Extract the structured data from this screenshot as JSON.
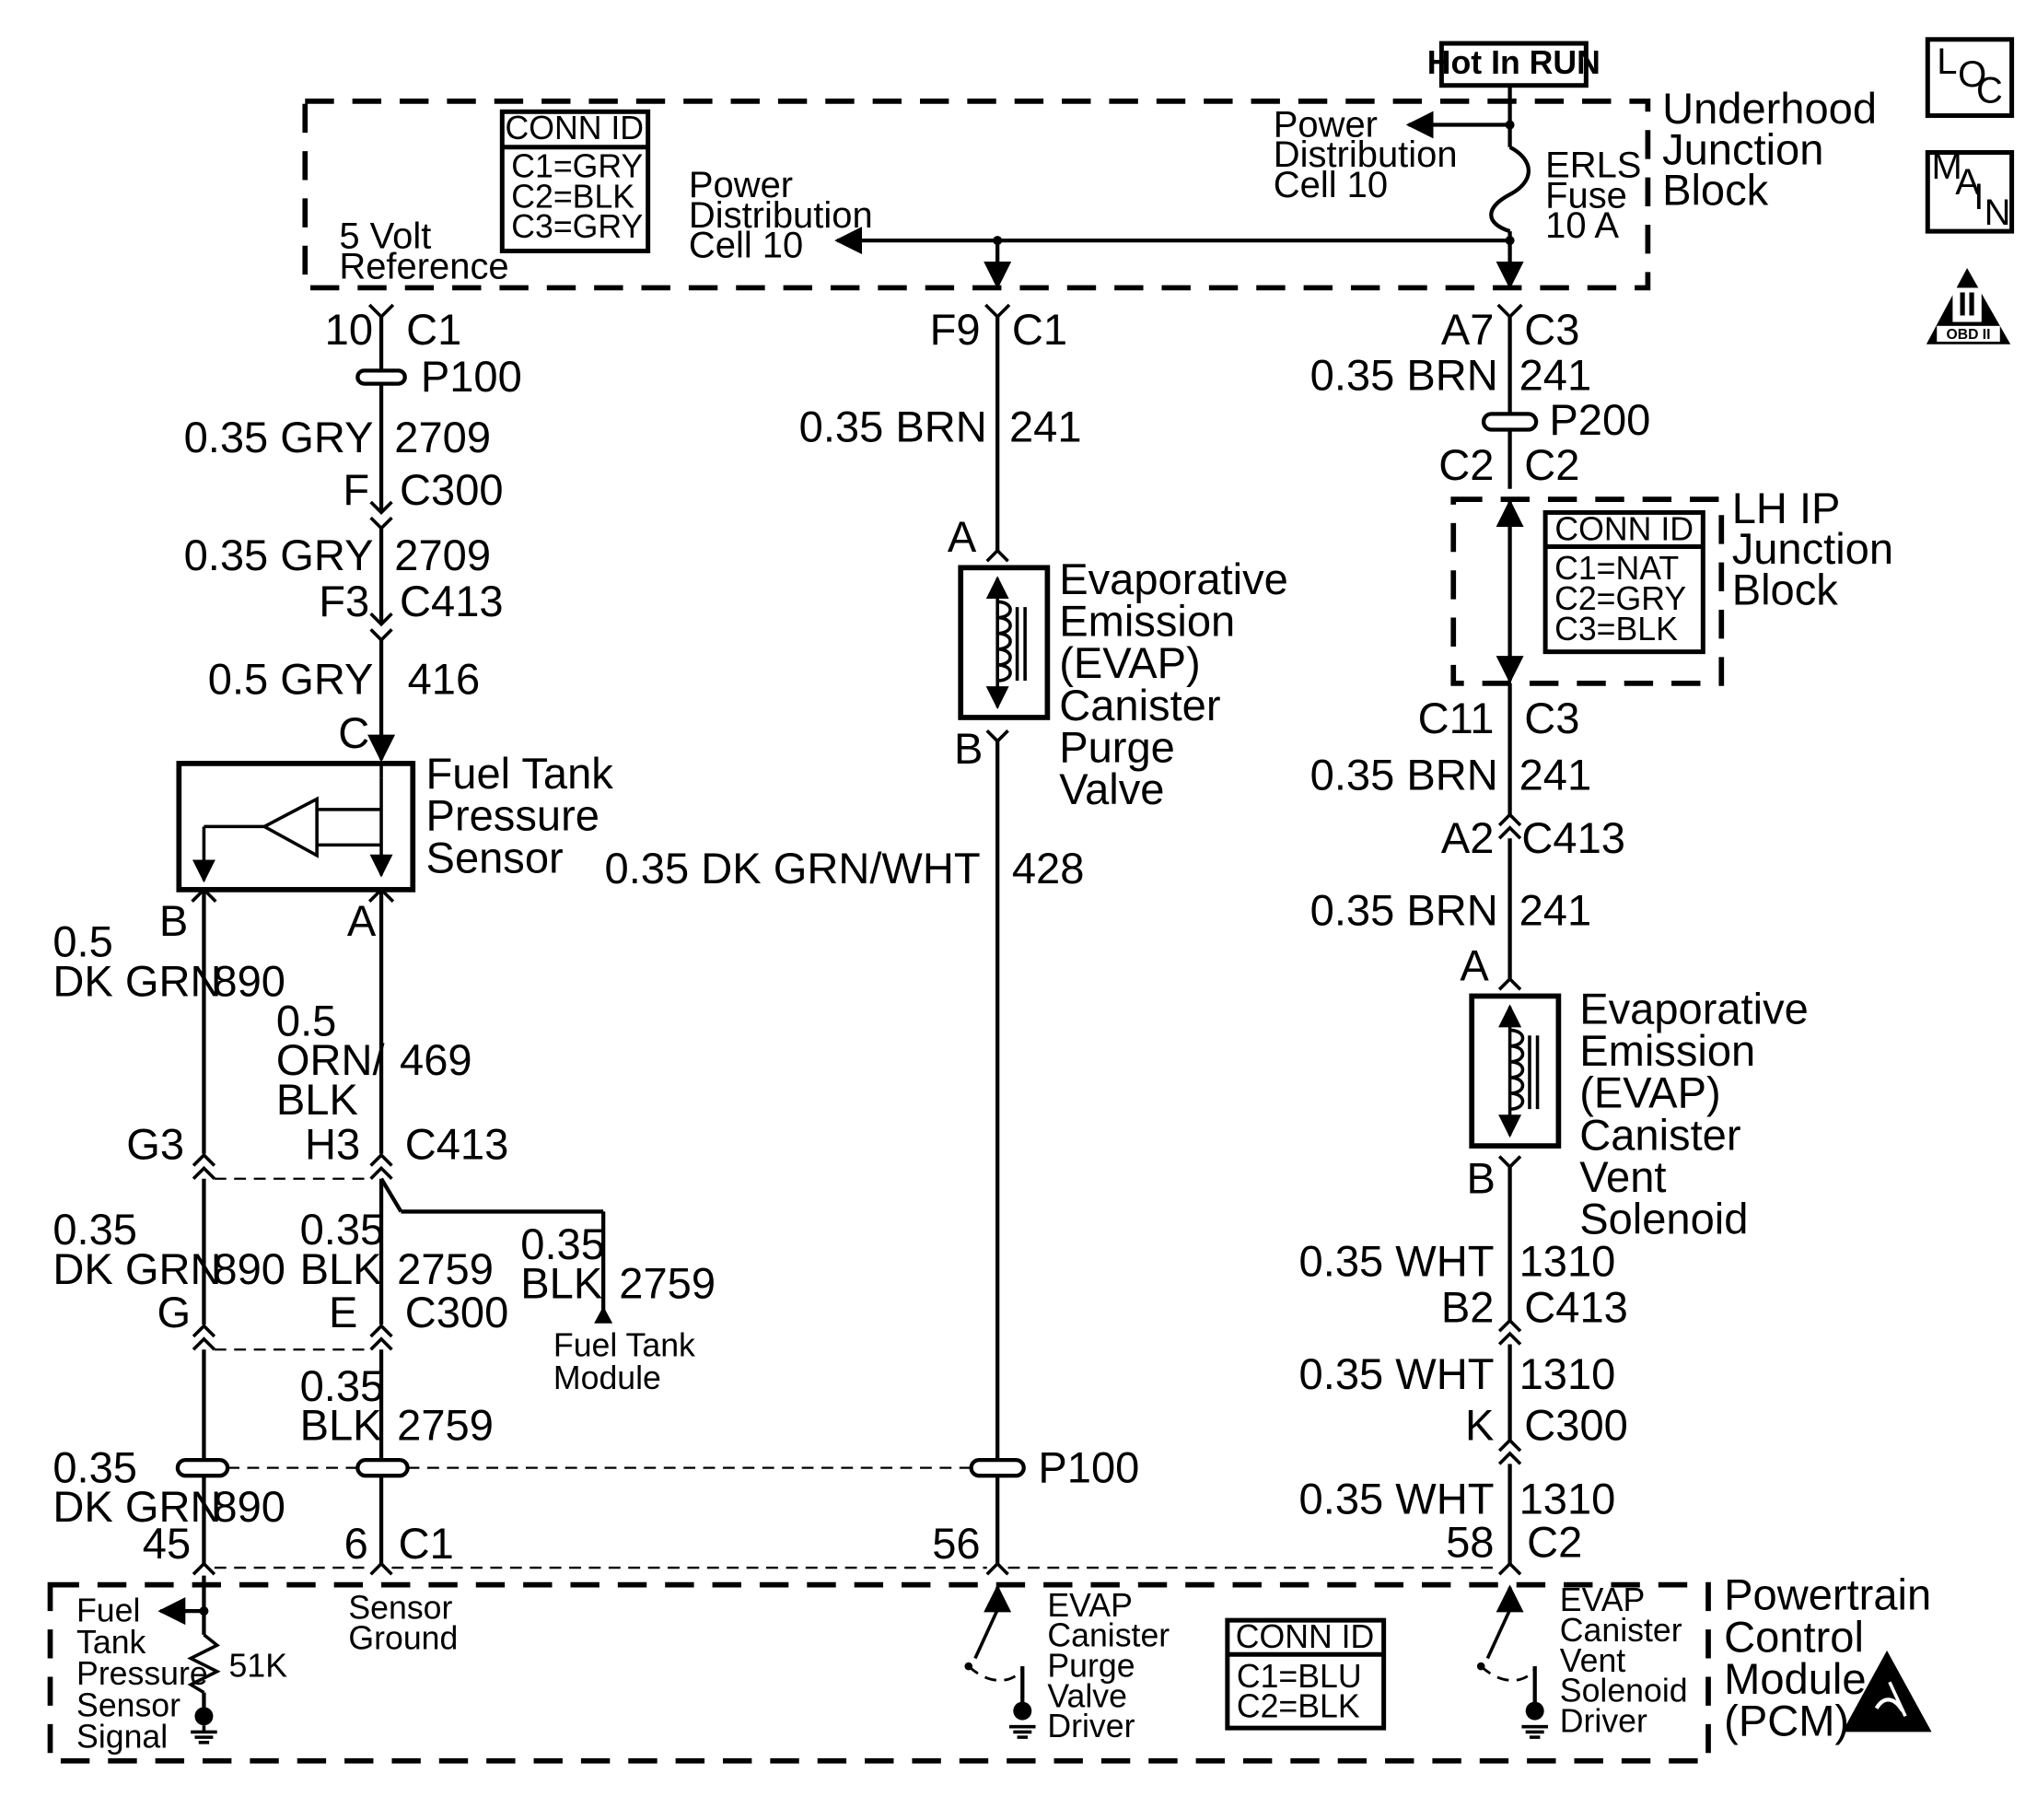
{
  "power": {
    "hot_in_run": "Hot In RUN",
    "power_dist_right": [
      "Power",
      "Distribution",
      "Cell 10"
    ],
    "power_dist_left": [
      "Power",
      "Distribution",
      "Cell 10"
    ],
    "fuse": [
      "ERLS",
      "Fuse",
      "10 A"
    ],
    "five_volt": [
      "5 Volt",
      "Reference"
    ]
  },
  "underhood": {
    "title": [
      "Underhood",
      "Junction",
      "Block"
    ],
    "conn_title": "CONN ID",
    "conn_rows": [
      "C1=GRY",
      "C2=BLK",
      "C3=GRY"
    ]
  },
  "lh_ip": {
    "title": [
      "LH IP",
      "Junction",
      "Block"
    ],
    "conn_title": "CONN ID",
    "conn_rows": [
      "C1=NAT",
      "C2=GRY",
      "C3=BLK"
    ]
  },
  "pcm": {
    "title": [
      "Powertrain",
      "Control",
      "Module",
      "(PCM)"
    ],
    "conn_title": "CONN ID",
    "conn_rows": [
      "C1=BLU",
      "C2=BLK"
    ],
    "ftps_signal": [
      "Fuel",
      "Tank",
      "Pressure",
      "Sensor",
      "Signal"
    ],
    "resistor": "51K",
    "sensor_ground": [
      "Sensor",
      "Ground"
    ],
    "purge_driver": [
      "EVAP",
      "Canister",
      "Purge",
      "Valve",
      "Driver"
    ],
    "vent_driver": [
      "EVAP",
      "Canister",
      "Vent",
      "Solenoid",
      "Driver"
    ]
  },
  "icons": {
    "loc": [
      "L",
      "O",
      "C"
    ],
    "main": [
      "M",
      "A",
      "I",
      "N"
    ],
    "obd": {
      "numeral": "II",
      "caption": "OBD II"
    }
  },
  "components": {
    "ftps": [
      "Fuel Tank",
      "Pressure",
      "Sensor"
    ],
    "purge": [
      "Evaporative",
      "Emission",
      "(EVAP)",
      "Canister",
      "Purge",
      "Valve"
    ],
    "vent": [
      "Evaporative",
      "Emission",
      "(EVAP)",
      "Canister",
      "Vent",
      "Solenoid"
    ],
    "fuel_tank_module": [
      "Fuel Tank",
      "Module"
    ]
  },
  "left_column": {
    "c1_pin": "10",
    "c1": "C1",
    "p100": "P100",
    "w1_size": "0.35 GRY",
    "w1_circuit": "2709",
    "c300_pin": "F",
    "c300": "C300",
    "w2_size": "0.35 GRY",
    "w2_circuit": "2709",
    "c413_pin": "F3",
    "c413": "C413",
    "w3_size": "0.5 GRY",
    "w3_circuit": "416",
    "sensor_c": "C",
    "sensor_b": "B",
    "sensor_a": "A",
    "b_wire": [
      "0.5",
      "DK GRN",
      "890"
    ],
    "a_wire": [
      "0.5",
      "ORN/",
      "BLK",
      "469"
    ],
    "g3": "G3",
    "h3": "H3",
    "c413_b": "C413",
    "g_wire": [
      "0.35",
      "DK GRN",
      "890"
    ],
    "e_wire": [
      "0.35",
      "BLK",
      "2759"
    ],
    "branch_wire": [
      "0.35",
      "BLK",
      "2759"
    ],
    "g": "G",
    "e": "E",
    "c300_b": "C300",
    "e2_wire": [
      "0.35",
      "BLK",
      "2759"
    ],
    "bottom_wire": [
      "0.35",
      "DK GRN",
      "890"
    ],
    "pin45": "45",
    "pin6": "6",
    "c1_b": "C1"
  },
  "middle_column": {
    "f9": "F9",
    "c1": "C1",
    "w1_size": "0.35 BRN",
    "w1_circuit": "241",
    "pin_a": "A",
    "pin_b": "B",
    "w2_size": "0.35 DK GRN/WHT",
    "w2_circuit": "428",
    "p100": "P100",
    "pin56": "56"
  },
  "right_column": {
    "a7": "A7",
    "c3": "C3",
    "w1_size": "0.35 BRN",
    "w1_circuit": "241",
    "p200": "P200",
    "c2_left": "C2",
    "c2_right": "C2",
    "c11": "C11",
    "c3_b": "C3",
    "w2_size": "0.35 BRN",
    "w2_circuit": "241",
    "a2": "A2",
    "c413": "C413",
    "w3_size": "0.35 BRN",
    "w3_circuit": "241",
    "pin_a": "A",
    "pin_b": "B",
    "w4_size": "0.35 WHT",
    "w4_circuit": "1310",
    "b2": "B2",
    "c413_b": "C413",
    "w5_size": "0.35 WHT",
    "w5_circuit": "1310",
    "k": "K",
    "c300": "C300",
    "w6_size": "0.35 WHT",
    "w6_circuit": "1310",
    "pin58": "58",
    "c2": "C2"
  }
}
